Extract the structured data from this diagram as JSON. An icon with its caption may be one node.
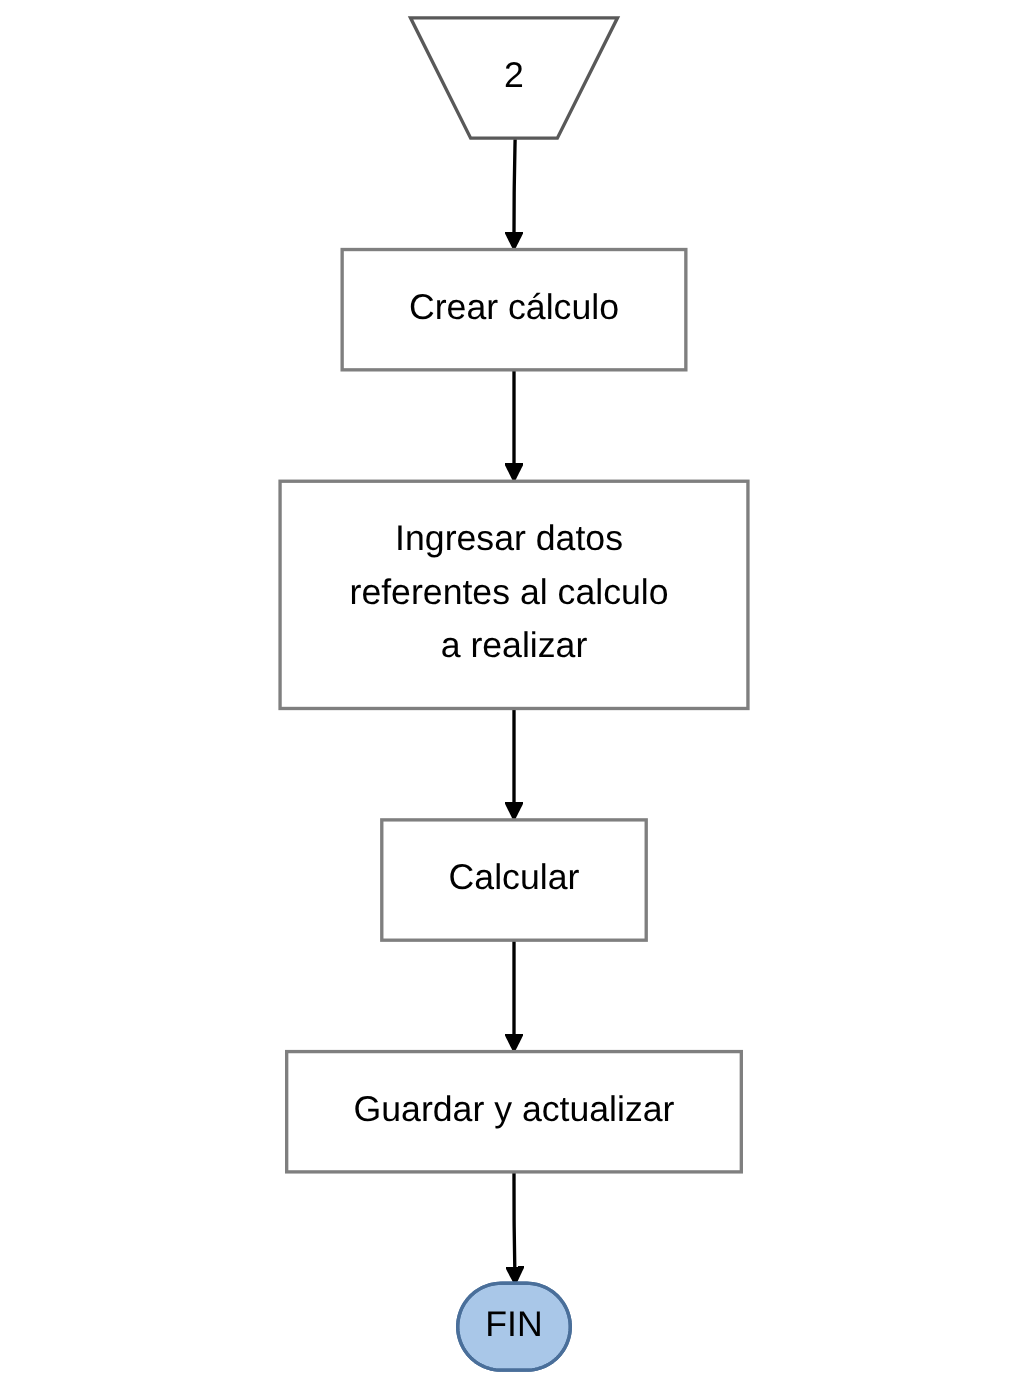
{
  "diagram": {
    "nodes": [
      {
        "text": [
          "2"
        ]
      },
      {
        "text": [
          "Crear cálculo"
        ]
      },
      {
        "text": [
          "Ingresar datos referentes al calculo a realizar"
        ]
      },
      {
        "text": [
          "Calcular"
        ]
      },
      {
        "text": [
          "Guardar y actualizar"
        ]
      },
      {
        "text": [
          "FIN"
        ]
      }
    ],
    "edges": [
      {
        "from": 0,
        "to": 1,
        "arrow": "to"
      },
      {
        "from": 1,
        "to": 2,
        "arrow": "to"
      },
      {
        "from": 2,
        "to": 3,
        "arrow": "to"
      },
      {
        "from": 3,
        "to": 4,
        "arrow": "to"
      },
      {
        "from": 4,
        "to": 5,
        "arrow": "to"
      }
    ]
  }
}
